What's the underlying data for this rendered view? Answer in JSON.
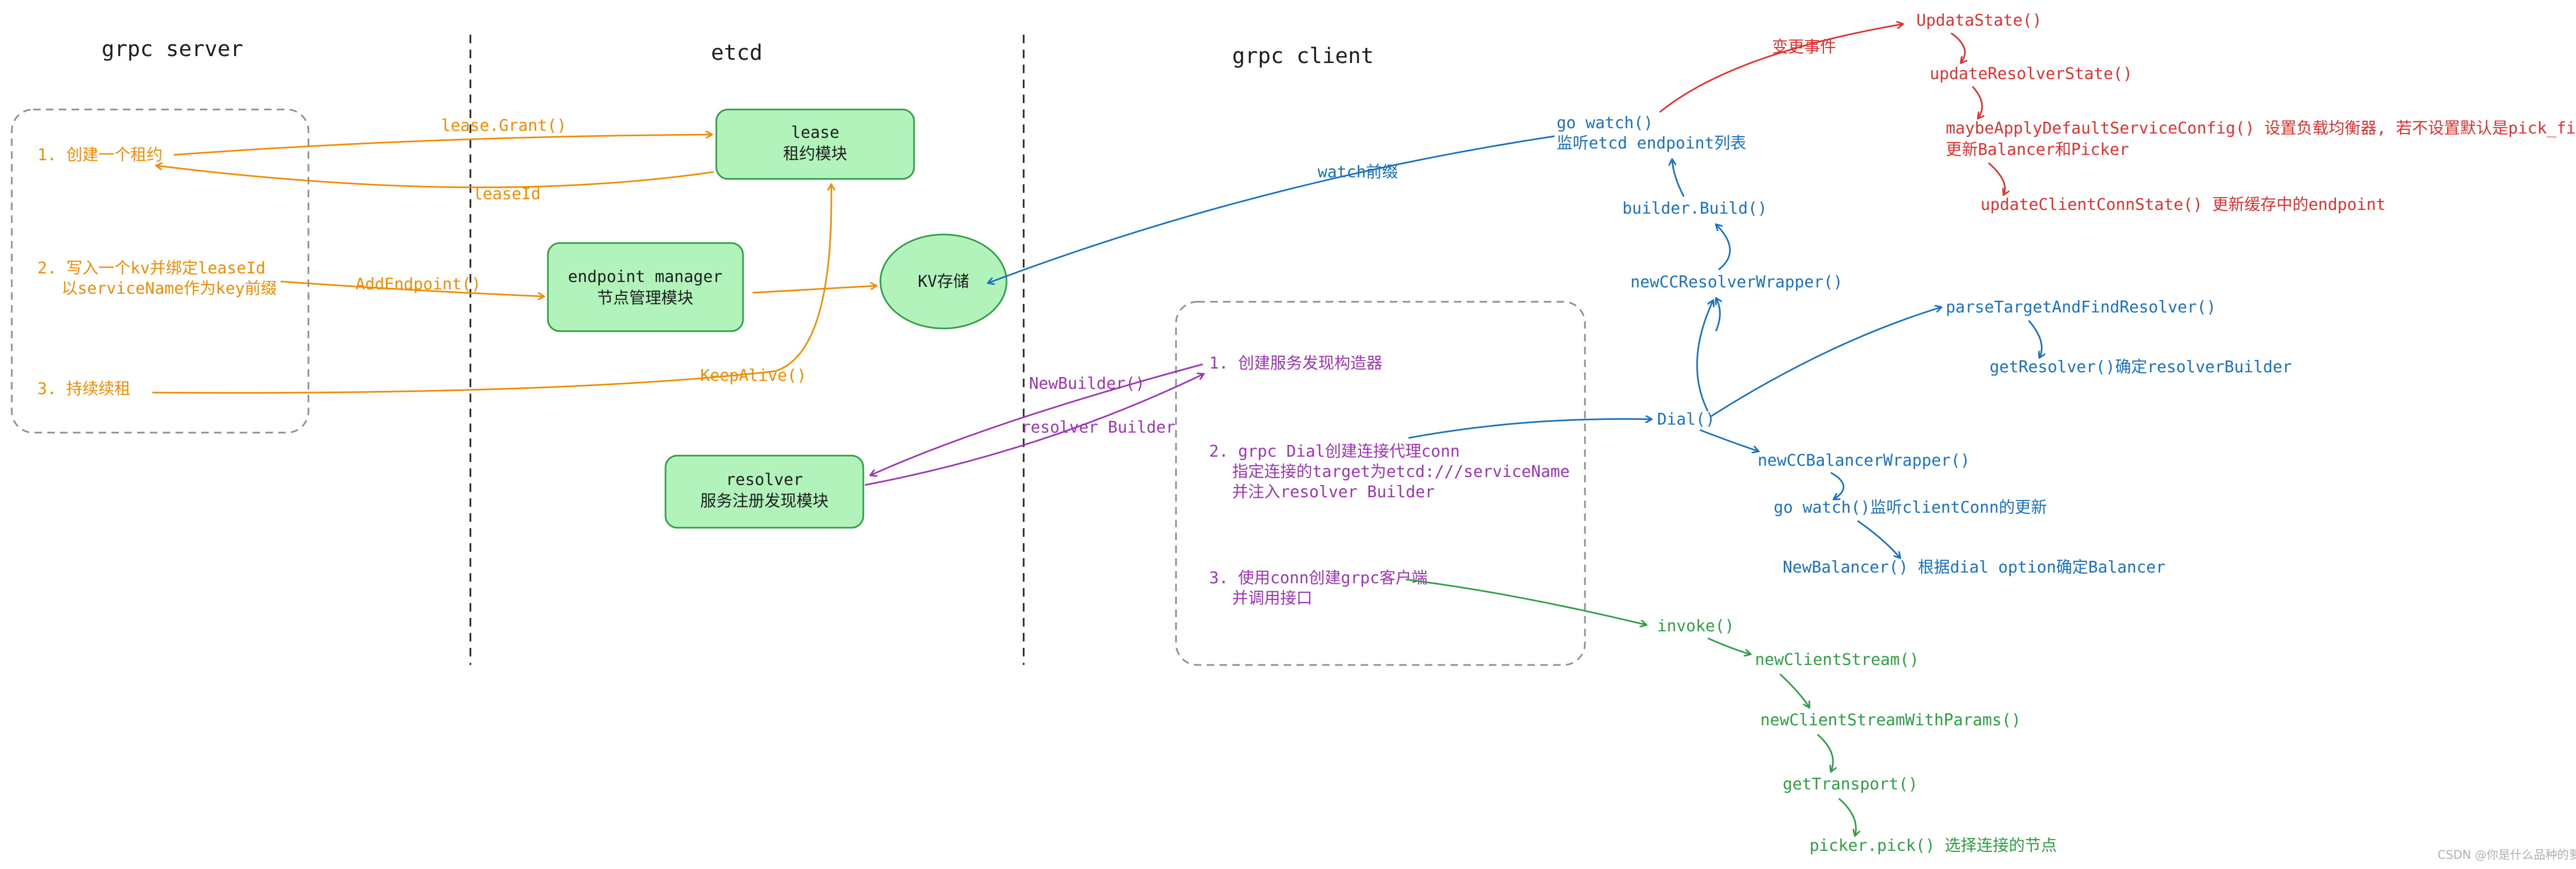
{
  "headers": {
    "server": "grpc server",
    "etcd": "etcd",
    "client": "grpc client"
  },
  "server": {
    "step1": "1. 创建一个租约",
    "step2_line1": "2. 写入一个kv并绑定leaseId",
    "step2_line2": "以serviceName作为key前缀",
    "step3": "3. 持续续租",
    "lease_grant": "lease.Grant()",
    "lease_id": "leaseId",
    "add_endpoint": "AddEndpoint()",
    "keep_alive": "KeepAlive()"
  },
  "etcd": {
    "lease_title": "lease",
    "lease_sub": "租约模块",
    "endpoint_title": "endpoint manager",
    "endpoint_sub": "节点管理模块",
    "kv": "KV存储",
    "resolver_title": "resolver",
    "resolver_sub": "服务注册发现模块"
  },
  "client": {
    "step1": "1. 创建服务发现构造器",
    "step2_line1": "2. grpc Dial创建连接代理conn",
    "step2_line2": "指定连接的target为etcd:///serviceName",
    "step2_line3": "并注入resolver Builder",
    "step3_line1": "3. 使用conn创建grpc客户端",
    "step3_line2": "并调用接口",
    "new_builder": "NewBuilder()",
    "resolver_builder": "resolver Builder",
    "watch_prefix": "watch前缀"
  },
  "flow": {
    "go_watch": "go watch()",
    "watch_etcd": "监听etcd endpoint列表",
    "builder_build": "builder.Build()",
    "new_cc_resolver": "newCCResolverWrapper()",
    "dial": "Dial()",
    "parse_target": "parseTargetAndFindResolver()",
    "get_resolver": "getResolver()确定resolverBuilder",
    "new_cc_balancer": "newCCBalancerWrapper()",
    "go_watch_client_conn": "go watch()监听clientConn的更新",
    "new_balancer": "NewBalancer() 根据dial option确定Balancer",
    "change_event": "变更事件",
    "update_state": "UpdataState()",
    "update_resolver_state": "updateResolverState()",
    "maybe_apply_1": "maybeApplyDefaultServiceConfig() 设置负载均衡器, 若不设置默认是pick_first",
    "maybe_apply_2": "更新Balancer和Picker",
    "update_client_conn_state": "updateClientConnState() 更新缓存中的endpoint",
    "invoke": "invoke()",
    "new_client_stream": "newClientStream()",
    "new_client_stream_with_params": "newClientStreamWithParams()",
    "get_transport": "getTransport()",
    "picker_pick": "picker.pick() 选择连接的节点"
  },
  "watermark": "CSDN @你是什么品种的萝卜",
  "colors": {
    "orange": "#f08c00",
    "blue": "#1971c2",
    "red": "#e03131",
    "purple": "#9c36b5",
    "green": "#2f9e44",
    "module_fill": "#b2f2bb"
  }
}
